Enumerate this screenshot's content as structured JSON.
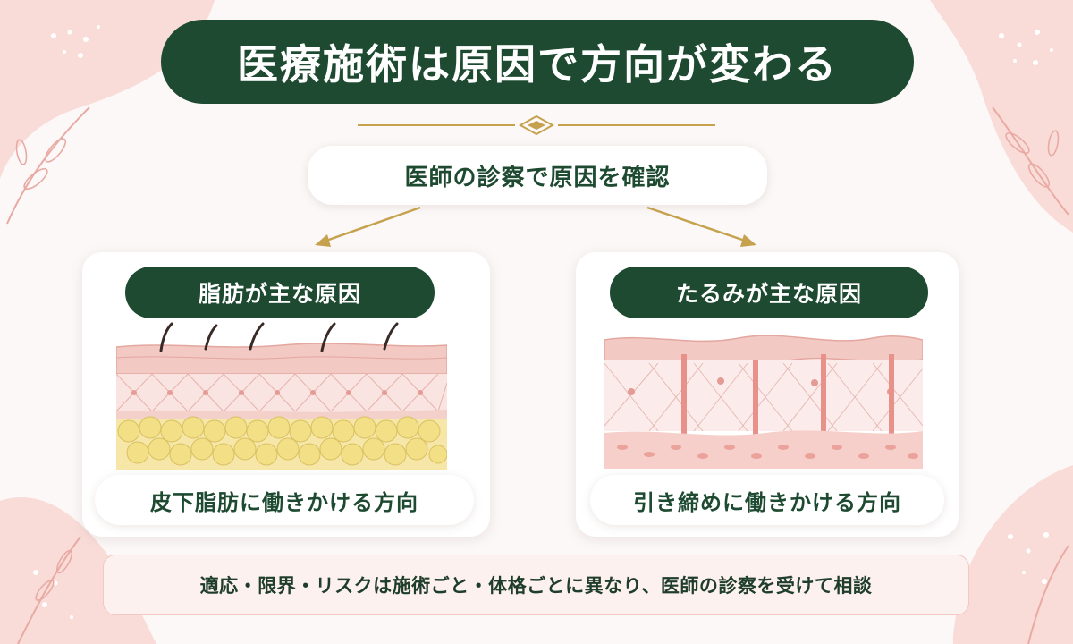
{
  "title": "医療施術は原因で方向が変わる",
  "step": "医師の診察で原因を確認",
  "branches": [
    {
      "cause": "脂肪が主な原因",
      "direction": "皮下脂肪に働きかける方向",
      "illustration": "skin-fat-layer"
    },
    {
      "cause": "たるみが主な原因",
      "direction": "引き締めに働きかける方向",
      "illustration": "skin-sagging-layer"
    }
  ],
  "note": "適応・限界・リスクは施術ごと・体格ごとに異なり、医師の診察を受けて相談",
  "colors": {
    "dark_green": "#1d4a30",
    "gold": "#c6a24f",
    "pink_bg": "#f8d6d2",
    "note_bg": "#fdf1ef"
  }
}
